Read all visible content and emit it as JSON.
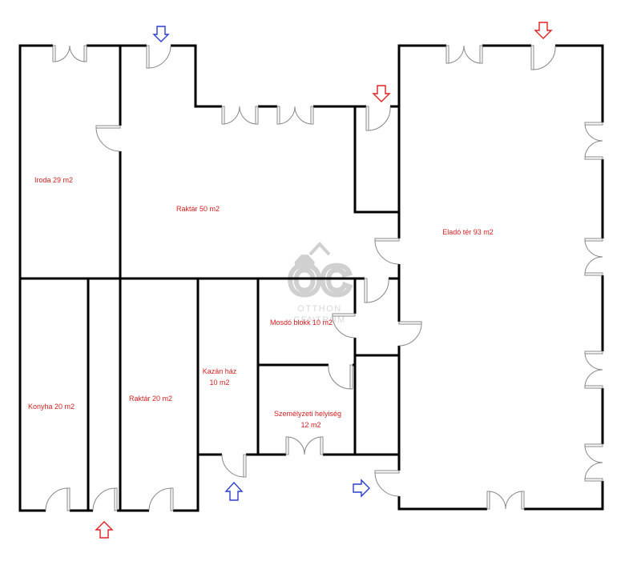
{
  "rooms": {
    "iroda": "Iroda 29 m2",
    "raktar_50": "Raktár 50 m2",
    "elado_ter": "Eladó tér 93 m2",
    "konyha": "Konyha 20 m2",
    "raktar_20": "Raktár 20 m2",
    "kazan_line1": "Kazán ház",
    "kazan_line2": "10 m2",
    "mosdo": "Mosdó blokk 10 m2",
    "szemelyzeti_line1": "Személyzeti helyiség",
    "szemelyzeti_line2": "12 m2"
  },
  "watermark": {
    "logo": "ÔC",
    "line1": "OTTHON",
    "line2": "CENTRUM"
  },
  "colors": {
    "walls": "#000000",
    "labels": "#d42020",
    "arrow_red": "#e02020",
    "arrow_blue": "#2a3fd0"
  },
  "entrance_arrows": [
    {
      "name": "entrance-arrow-top-blue",
      "color": "blue",
      "direction": "down"
    },
    {
      "name": "entrance-arrow-top-red-middle",
      "color": "red",
      "direction": "down"
    },
    {
      "name": "entrance-arrow-top-red-right",
      "color": "red",
      "direction": "down"
    },
    {
      "name": "entrance-arrow-bottom-red",
      "color": "red",
      "direction": "up"
    },
    {
      "name": "entrance-arrow-bottom-blue",
      "color": "blue",
      "direction": "up"
    },
    {
      "name": "entrance-arrow-side-blue",
      "color": "blue",
      "direction": "right"
    }
  ]
}
